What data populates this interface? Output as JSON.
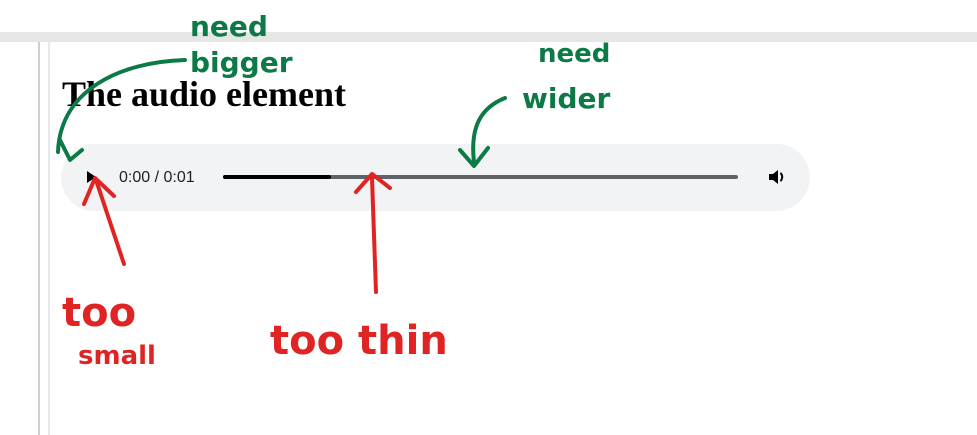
{
  "page": {
    "heading": "The audio element"
  },
  "audio_player": {
    "time_display": "0:00 / 0:01",
    "progress_fraction": 0.21,
    "play_icon": "play-icon",
    "volume_icon": "volume-icon"
  },
  "annotations": {
    "green_color": "#0b7a46",
    "red_color": "#e02424",
    "need_bigger_line1": "need",
    "need_bigger_line2": "bigger",
    "need_wider_line1": "need",
    "need_wider_line2": "wider",
    "too_small_line1": "too",
    "too_small_line2": "small",
    "too_thin": "too thin"
  }
}
